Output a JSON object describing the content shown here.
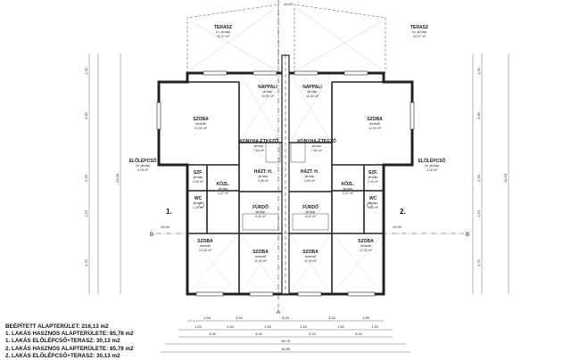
{
  "summary": [
    "BEÉPÍTETT ALAPTERÜLET: 216,13 m2",
    "1. LAKÁS HASZNOS ALAPTERÜLETE: 85,78 m2",
    "1. LAKÁS ELŐLÉPCSŐ+TERASZ: 30,13 m2",
    "2. LAKÁS HASZNOS ALAPTERÜLETE: 85,78 m2",
    "2. LAKÁS ELŐLÉPCSŐ+TERASZ: 30,13 m2"
  ],
  "labels": {
    "unit1": "1.",
    "unit2": "2.",
    "section_a": "A",
    "section_b": "B",
    "elevation_top": "±0,00",
    "elevation_left": "±0,00",
    "elevation_right": "±0,00"
  },
  "rooms": [
    {
      "name": "TERASZ",
      "sub1": "1a. járólap",
      "sub2": "20,07 m²"
    },
    {
      "name": "TERASZ",
      "sub1": "1a. járólap",
      "sub2": "20,07 m²"
    },
    {
      "name": "NAPPALI",
      "sub1": "járólap",
      "sub2": "16,04 m²"
    },
    {
      "name": "NAPPALI",
      "sub1": "járólap",
      "sub2": "16,04 m²"
    },
    {
      "name": "SZOBA",
      "sub1": "laminált",
      "sub2": "12,00 m²"
    },
    {
      "name": "SZOBA",
      "sub1": "laminált",
      "sub2": "12,00 m²"
    },
    {
      "name": "KONYHA-ÉTKEZŐ",
      "sub1": "járólap",
      "sub2": "7,64 m²"
    },
    {
      "name": "KONYHA-ÉTKEZŐ",
      "sub1": "járólap",
      "sub2": "7,64 m²"
    },
    {
      "name": "ELŐLÉPCSŐ",
      "sub1": "1a. járólap",
      "sub2": "4,18 m²"
    },
    {
      "name": "ELŐLÉPCSŐ",
      "sub1": "1a. járólap",
      "sub2": "4,18 m²"
    },
    {
      "name": "SZF.",
      "sub1": "járólap",
      "sub2": "2,40 m²"
    },
    {
      "name": "SZF.",
      "sub1": "járólap",
      "sub2": "2,40 m²"
    },
    {
      "name": "HÁZT. H.",
      "sub1": "járólap",
      "sub2": "3,85 m²"
    },
    {
      "name": "HÁZT. H.",
      "sub1": "járólap",
      "sub2": "3,85 m²"
    },
    {
      "name": "KÖZL.",
      "sub1": "járólap",
      "sub2": "3,37 m²"
    },
    {
      "name": "KÖZL.",
      "sub1": "járólap",
      "sub2": "3,37 m²"
    },
    {
      "name": "WC",
      "sub1": "járólap",
      "sub2": "1,35 m²"
    },
    {
      "name": "WC",
      "sub1": "járólap",
      "sub2": "1,35 m²"
    },
    {
      "name": "FÜRDŐ",
      "sub1": "járólap",
      "sub2": "6,02 m²"
    },
    {
      "name": "FÜRDŐ",
      "sub1": "járólap",
      "sub2": "6,02 m²"
    },
    {
      "name": "SZOBA",
      "sub1": "laminált",
      "sub2": "12,30 m²"
    },
    {
      "name": "SZOBA",
      "sub1": "laminált",
      "sub2": "12,30 m²"
    },
    {
      "name": "SZOBA",
      "sub1": "laminált",
      "sub2": "11,20 m²"
    },
    {
      "name": "SZOBA",
      "sub1": "laminált",
      "sub2": "11,20 m²"
    }
  ],
  "dims_bottom_row1": [
    "1,55",
    "3,30",
    "5,25",
    "3,30",
    "1,55"
  ],
  "dims_bottom_row2": [
    "1,20",
    "1,50",
    "1,50",
    "1,50",
    "1,50",
    "1,20"
  ],
  "dims_bottom_row3": [
    "4,00",
    "5,20",
    "5,20",
    "4,00"
  ],
  "dims_bottom_total": "16,85",
  "dims_bottom_mid": "15,75",
  "dims_left": [
    "1,20",
    "3,60",
    "2,25",
    "1,70",
    "4,70"
  ],
  "dims_left_total": "13,50",
  "dims_right": [
    "1,20",
    "3,60",
    "2,25",
    "1,70",
    "4,70"
  ],
  "dims_right_total": "13,50",
  "dims_top": "±0,00"
}
